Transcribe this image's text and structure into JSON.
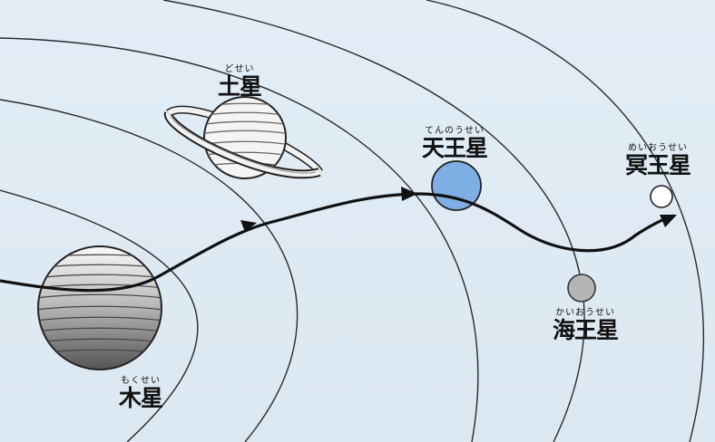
{
  "planets": [
    {
      "key": "jupiter",
      "name": "木星",
      "reading": "もくせい"
    },
    {
      "key": "saturn",
      "name": "土星",
      "reading": "どせい"
    },
    {
      "key": "uranus",
      "name": "天王星",
      "reading": "てんのうせい"
    },
    {
      "key": "neptune",
      "name": "海王星",
      "reading": "かいおうせい"
    },
    {
      "key": "pluto",
      "name": "冥王星",
      "reading": "めいおうせい"
    }
  ],
  "colors": {
    "background": "#dfeaf3",
    "orbit": "#2a2a2a",
    "uranus": "#7eaee4",
    "neptune": "#b5b5b5",
    "pluto": "#ffffff",
    "path": "#111111"
  }
}
